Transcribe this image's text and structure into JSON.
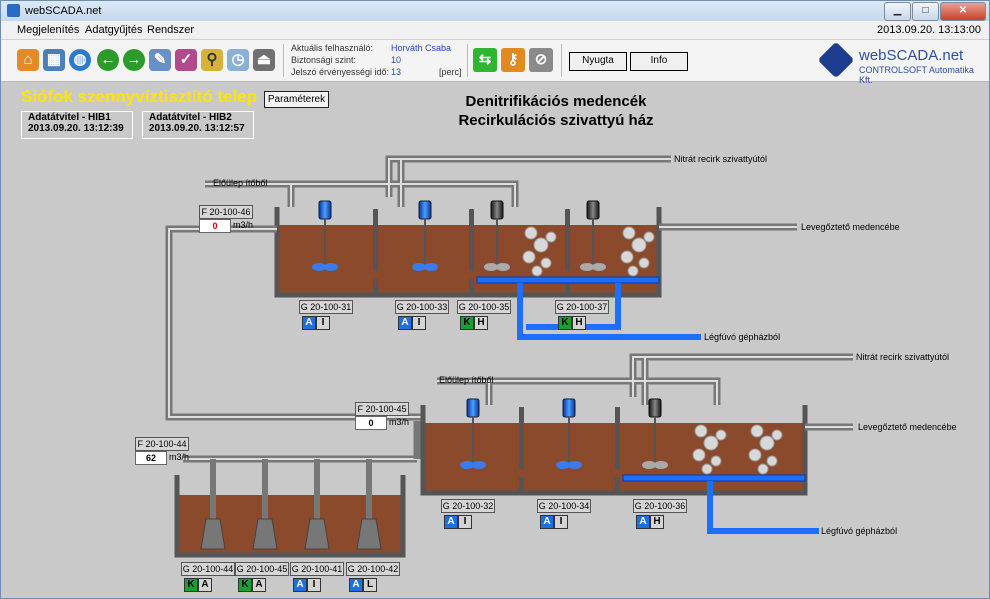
{
  "window": {
    "title": "webSCADA.net",
    "min": "▁",
    "max": "□",
    "close": "✕"
  },
  "menu": {
    "items": [
      "Megjelenítés",
      "Adatgyűjtés",
      "Rendszer"
    ],
    "clock": "2013.09.20. 13:13:00"
  },
  "toolbar": {
    "icons": [
      "home-icon",
      "map-icon",
      "globe-icon",
      "back-icon",
      "forward-icon",
      "edit-icon",
      "report-icon",
      "search-icon",
      "schedule-icon",
      "exit-icon"
    ],
    "user_label": "Aktuális felhasználó:",
    "user_value": "Horváth Csaba",
    "level_label": "Biztonsági szint:",
    "level_value": "10",
    "pw_label": "Jelszó érvényességi idő:",
    "pw_value": "13",
    "pw_unit": "[perc]",
    "ack_button": "Nyugta",
    "info_button": "Info",
    "brand": "webSCADA.net",
    "company": "CONTROLSOFT Automatika Kft."
  },
  "site": {
    "title": "Siófok szennyvíztisztító telep",
    "param_button": "Paraméterek"
  },
  "heading": {
    "line1": "Denitrifikációs medencék",
    "line2": "Recirkulációs szivattyú ház"
  },
  "comm": [
    {
      "label": "Adatátvitel - HIB1",
      "time": "2013.09.20. 13:12:39"
    },
    {
      "label": "Adatátvitel - HIB2",
      "time": "2013.09.20. 13:12:57"
    }
  ],
  "pipes": {
    "nitrate_top": "Nitrát recirk szivattyútól",
    "preclar_top": "Előülep ítőből",
    "aeration_top": "Levegőztető medencébe",
    "blower_top": "Légfúvó gépházból",
    "nitrate_bot": "Nitrát recirk szivattyútól",
    "preclar_bot": "Előülep ítőből",
    "aeration_bot": "Levegőztető medencébe",
    "blower_bot": "Légfúvó gépházból"
  },
  "flows": [
    {
      "tag": "F 20-100-46",
      "value": "0",
      "unit": "m3/h",
      "color": "#e00000"
    },
    {
      "tag": "F 20-100-45",
      "value": "0",
      "unit": "m3/h",
      "color": "#000000"
    },
    {
      "tag": "F 20-100-44",
      "value": "62",
      "unit": "m3/h",
      "color": "#000000"
    }
  ],
  "mixers_top": [
    {
      "tag": "G 20-100-31",
      "m1": "A",
      "m2": "I",
      "c1": "blue"
    },
    {
      "tag": "G 20-100-33",
      "m1": "A",
      "m2": "I",
      "c1": "blue"
    },
    {
      "tag": "G 20-100-35",
      "m1": "K",
      "m2": "H",
      "c1": "green"
    },
    {
      "tag": "G 20-100-37",
      "m1": "K",
      "m2": "H",
      "c1": "green"
    }
  ],
  "mixers_bot": [
    {
      "tag": "G 20-100-32",
      "m1": "A",
      "m2": "I",
      "c1": "blue"
    },
    {
      "tag": "G 20-100-34",
      "m1": "A",
      "m2": "I",
      "c1": "blue"
    },
    {
      "tag": "G 20-100-36",
      "m1": "A",
      "m2": "H",
      "c1": "blue"
    }
  ],
  "pumps": [
    {
      "tag": "G 20-100-44",
      "m1": "K",
      "m2": "A",
      "c1": "green"
    },
    {
      "tag": "G 20-100-45",
      "m1": "K",
      "m2": "A",
      "c1": "green"
    },
    {
      "tag": "G 20-100-41",
      "m1": "A",
      "m2": "I",
      "c1": "blue"
    },
    {
      "tag": "G 20-100-42",
      "m1": "A",
      "m2": "L",
      "c1": "blue"
    }
  ],
  "colors": {
    "sludge": "#8b4a2b",
    "tank_wall": "#555555",
    "pipe": "#8a8a8a",
    "air_pipe": "#1f6fff",
    "running_motor": "#1f5fd8",
    "stopped_motor": "#3a3a3a"
  }
}
